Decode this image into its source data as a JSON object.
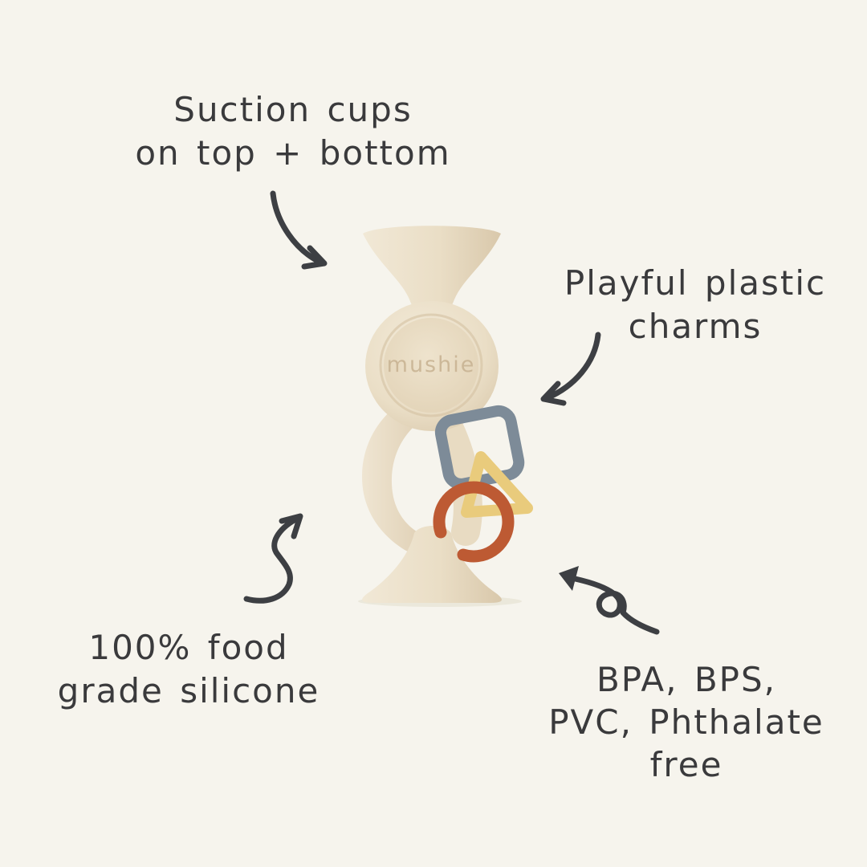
{
  "page": {
    "background_color": "#f6f4ed"
  },
  "product": {
    "name": "suction-rattle-toy",
    "logo_text": "mushie",
    "charms": [
      {
        "shape": "square",
        "color_name": "slate-gray"
      },
      {
        "shape": "triangle",
        "color_name": "mustard-yellow"
      },
      {
        "shape": "ring",
        "color_name": "terracotta-orange"
      }
    ]
  },
  "annotations": {
    "suction": {
      "lines": [
        "Suction cups",
        "on top + bottom"
      ],
      "position": "top-left"
    },
    "charms": {
      "lines": [
        "Playful plastic",
        "charms"
      ],
      "position": "right"
    },
    "silicone": {
      "lines": [
        "100% food",
        "grade silicone"
      ],
      "position": "bottom-left"
    },
    "bpa": {
      "lines": [
        "BPA, BPS,",
        "PVC, Phthalate",
        "free"
      ],
      "position": "bottom-right"
    }
  },
  "colors": {
    "text": "#3a3a3c",
    "arrow": "#3d3f43",
    "toy_body": "#e9dcc3",
    "toy_body_light": "#f2ead9",
    "toy_body_shadow": "#d6c5a8",
    "logo_emboss": "#c9b494",
    "charm_gray": "#7d8b98",
    "charm_yellow": "#e9cb7c",
    "charm_orange": "#bd5a33",
    "background": "#f6f4ed"
  }
}
